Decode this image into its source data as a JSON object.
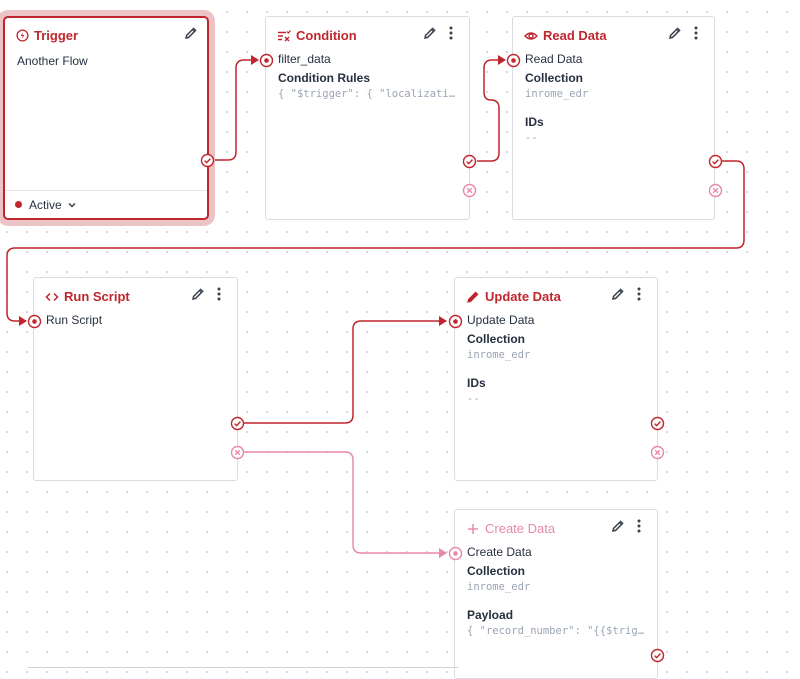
{
  "colors": {
    "accent": "#c0262d",
    "pink": "#e88aa7"
  },
  "trigger": {
    "title": "Trigger",
    "icon": "bolt-icon",
    "name": "Another Flow",
    "status": "Active"
  },
  "condition": {
    "title": "Condition",
    "icon": "filter-check-icon",
    "name": "filter_data",
    "fields": [
      {
        "label": "Condition Rules",
        "value": "{ \"$trigger\": { \"localization\": { \"_eq\": \"en\" } } }"
      }
    ]
  },
  "read_data": {
    "title": "Read Data",
    "icon": "eye-icon",
    "name": "Read Data",
    "fields": [
      {
        "label": "Collection",
        "value": "inrome_edr"
      },
      {
        "label": "IDs",
        "value": "--"
      }
    ]
  },
  "run_script": {
    "title": "Run Script",
    "icon": "code-icon",
    "name": "Run Script"
  },
  "update_data": {
    "title": "Update Data",
    "icon": "pencil-icon",
    "name": "Update Data",
    "fields": [
      {
        "label": "Collection",
        "value": "inrome_edr"
      },
      {
        "label": "IDs",
        "value": "--"
      }
    ]
  },
  "create_data": {
    "title": "Create Data",
    "icon": "plus-icon",
    "name": "Create Data",
    "fields": [
      {
        "label": "Collection",
        "value": "inrome_edr"
      },
      {
        "label": "Payload",
        "value": "{ \"record_number\": \"{{$trigger.record_number}}\" }"
      }
    ]
  }
}
